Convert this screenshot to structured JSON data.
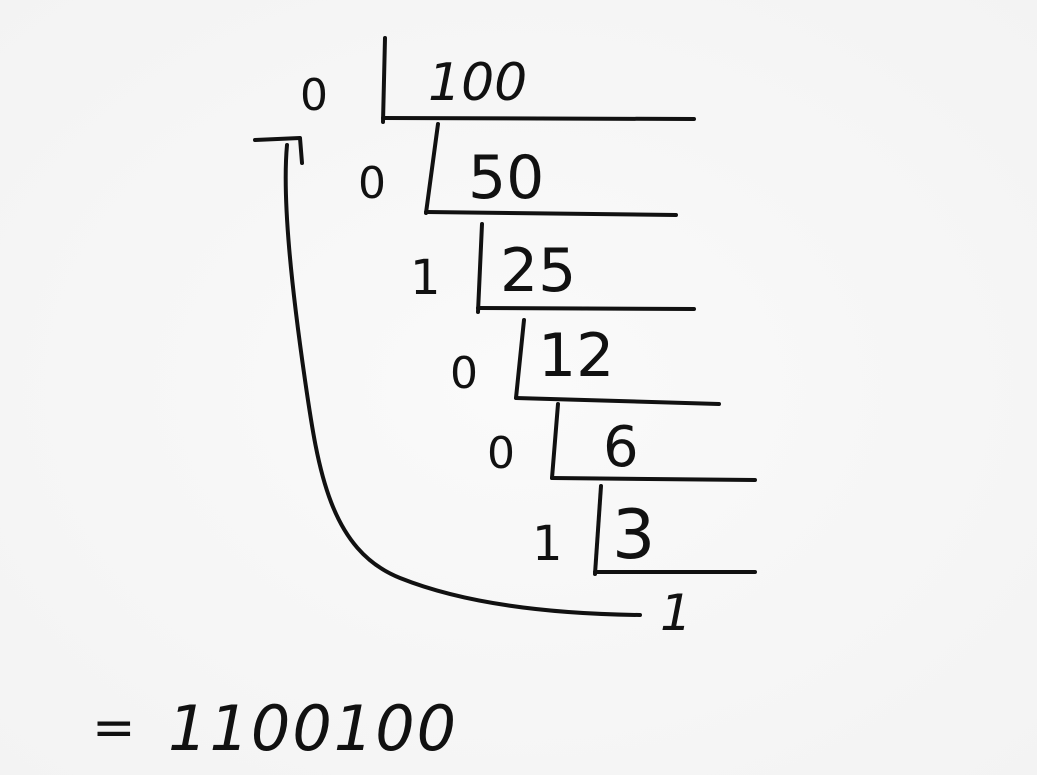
{
  "ink_color": "#111111",
  "background_color": "#f7f7f7",
  "division": {
    "steps": [
      {
        "remainder": "0",
        "dividend": "100"
      },
      {
        "remainder": "0",
        "dividend": "50"
      },
      {
        "remainder": "1",
        "dividend": "25"
      },
      {
        "remainder": "0",
        "dividend": "12"
      },
      {
        "remainder": "0",
        "dividend": "6"
      },
      {
        "remainder": "1",
        "dividend": "3"
      }
    ],
    "final_quotient": "1"
  },
  "result": {
    "equals": "=",
    "binary": "1100100"
  },
  "arrow_icon": "curved-arrow-up-icon"
}
